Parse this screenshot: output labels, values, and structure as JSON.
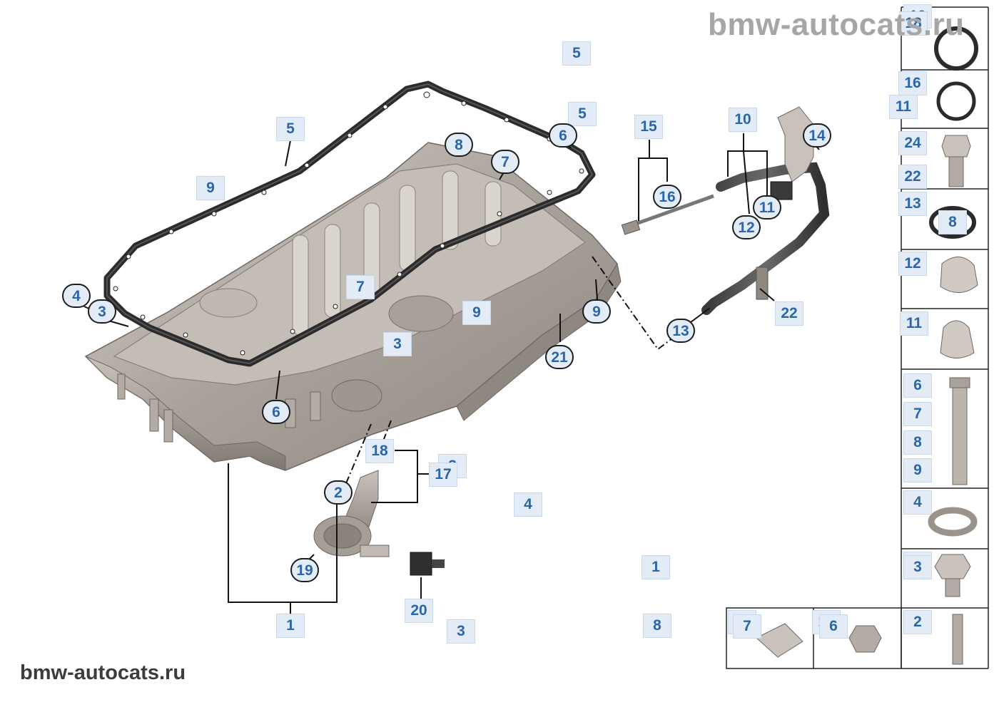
{
  "watermark": {
    "top": "bmw-autocats.ru",
    "bottom": "bmw-autocats.ru"
  },
  "colors": {
    "callout_bg": "#e3ecf6",
    "callout_text": "#2a66a8",
    "part_metal": "#b5aea7",
    "gasket": "#2b2b2b",
    "line": "#111111"
  },
  "diagram_callouts": [
    "5",
    "5",
    "5",
    "6",
    "8",
    "7",
    "9",
    "7",
    "4",
    "3",
    "3",
    "9",
    "9",
    "21",
    "6",
    "18",
    "2",
    "17",
    "2",
    "19",
    "1",
    "20",
    "3",
    "4",
    "1",
    "8",
    "15",
    "16",
    "10",
    "11",
    "12",
    "14",
    "13",
    "22"
  ],
  "legend_callouts": [
    "10",
    "18",
    "16",
    "11",
    "20",
    "24",
    "22",
    "13",
    "8",
    "12",
    "11",
    "6",
    "7",
    "8",
    "9",
    "4",
    "5",
    "3",
    "2"
  ],
  "bottom_legend_callouts": [
    "21",
    "7",
    "19",
    "6"
  ]
}
